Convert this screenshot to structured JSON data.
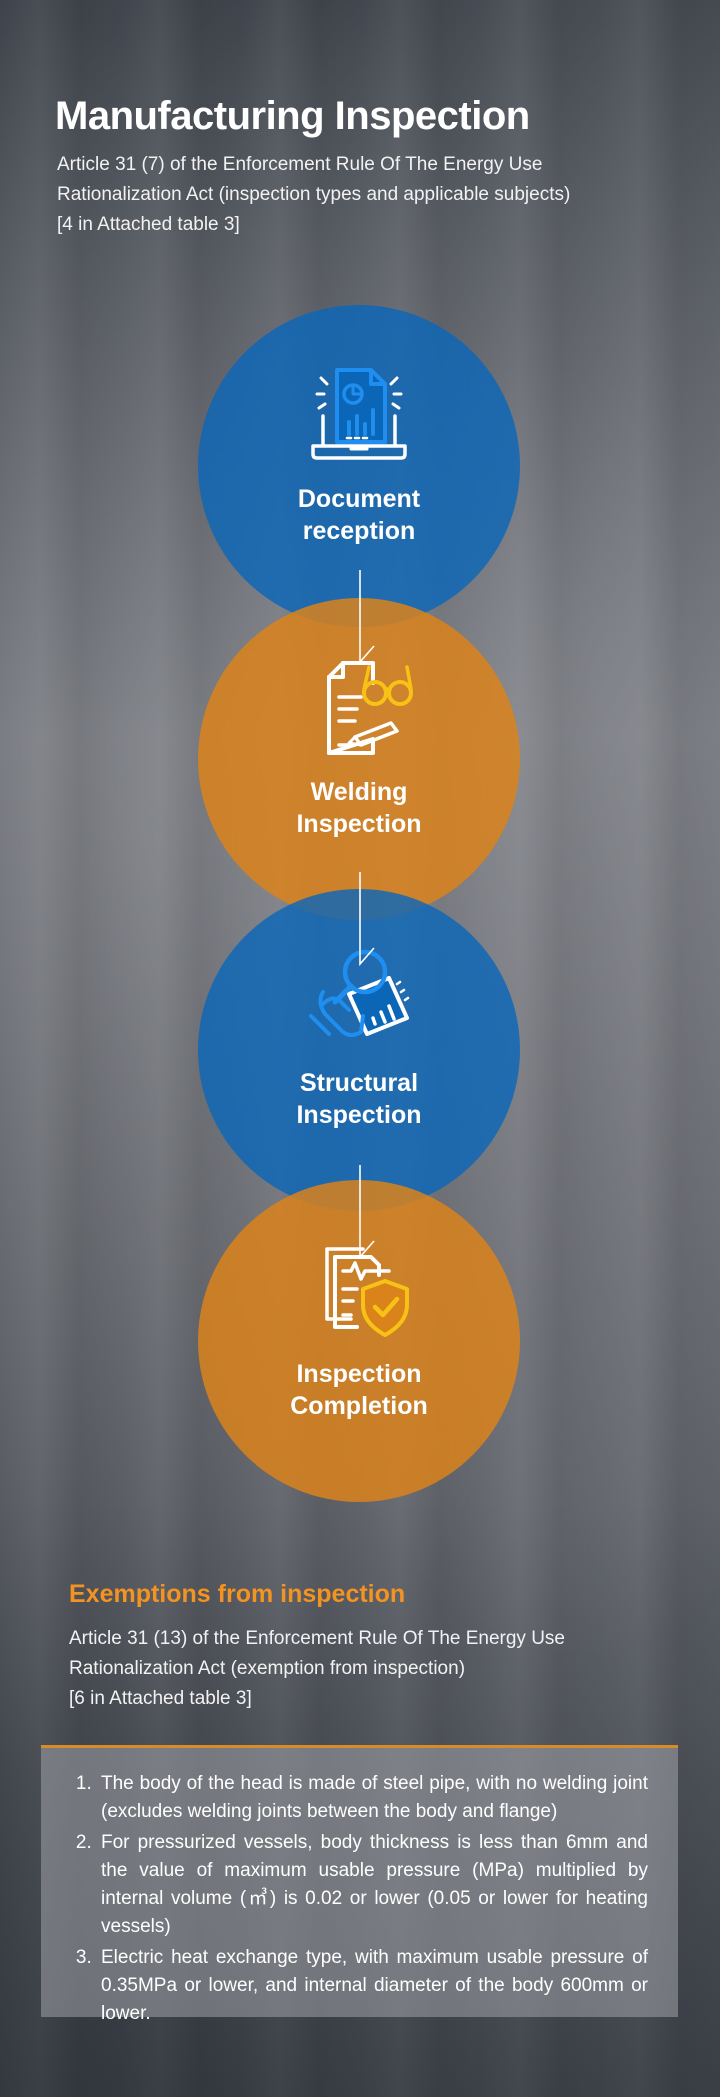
{
  "header": {
    "title": "Manufacturing Inspection",
    "subtitle_lines": [
      "Article 31 (7) of the Enforcement Rule Of The Energy Use",
      "Rationalization Act (inspection types and applicable subjects)",
      "[4 in Attached table 3]"
    ]
  },
  "steps": [
    {
      "label_lines": [
        "Document",
        "reception"
      ],
      "icon": "laptop-document-icon"
    },
    {
      "label_lines": [
        "Welding",
        "Inspection"
      ],
      "icon": "document-glasses-pencil-icon"
    },
    {
      "label_lines": [
        "Structural",
        "Inspection"
      ],
      "icon": "hand-magnifier-icon"
    },
    {
      "label_lines": [
        "Inspection",
        "Completion"
      ],
      "icon": "document-shield-check-icon"
    }
  ],
  "exemptions": {
    "title": "Exemptions from inspection",
    "subtitle_lines": [
      "Article 31 (13) of the Enforcement Rule Of The Energy Use",
      "Rationalization Act (exemption from inspection)",
      "[6 in Attached table 3]"
    ],
    "items": [
      "The body of the head is made of steel pipe, with no welding joint (excludes welding joints between the body and flange)",
      "For pressurized vessels, body thickness is less than 6mm and the value of maximum usable pressure (MPa) multiplied by internal volume (㎥) is 0.02 or lower (0.05 or lower for heating vessels)",
      "Electric heat exchange type, with maximum usable pressure of 0.35MPa or lower, and internal diameter of the body 600mm or lower."
    ]
  },
  "colors": {
    "blue": "#0c66b8",
    "orange": "#da831b",
    "icon_blue": "#1e8ff0",
    "icon_yellow": "#f7c215",
    "accent_orange": "#f39321"
  }
}
